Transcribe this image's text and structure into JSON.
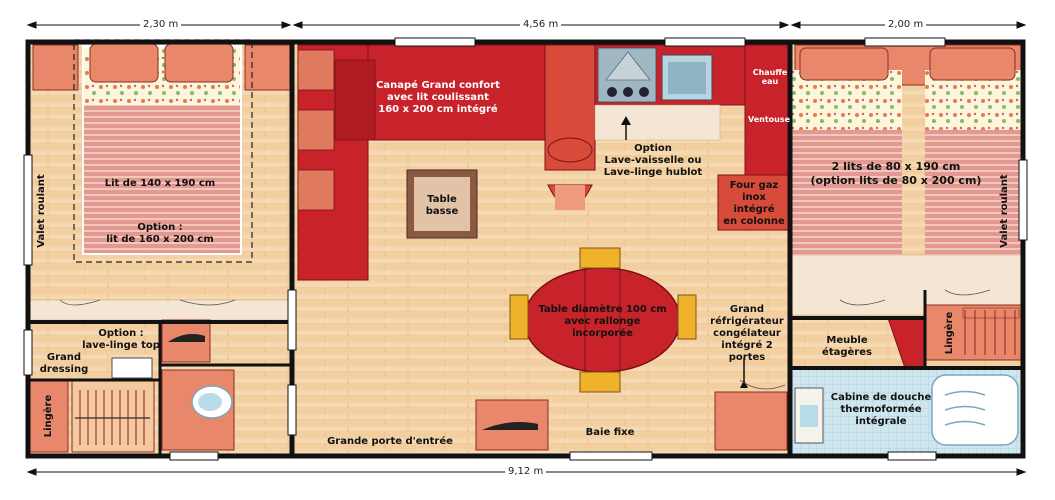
{
  "dimensions": {
    "left": "2,30 m",
    "middle": "4,56 m",
    "right": "2,00 m",
    "total": "9,12 m"
  },
  "labels": {
    "canape": "Canapé Grand confort\navec lit coulissant\n160 x 200 cm intégré",
    "table_basse": "Table\nbasse",
    "option_lave": "Option\nLave-vaisselle ou\nLave-linge hublot",
    "chauffe_eau": "Chauffe\neau",
    "ventouse": "Ventouse",
    "four": "Four gaz\ninox\nintégré\nen colonne",
    "lit_140": "Lit de 140 x 190 cm",
    "option_lit160": "Option :\nlit de 160 x 200 cm",
    "lits_80": "2 lits de 80 x 190 cm\n(option lits de 80 x 200 cm)",
    "valet_left": "Valet roulant",
    "valet_right": "Valet roulant",
    "table_diam": "Table diamètre 100 cm\navec rallonge\nincorporée",
    "refrigerateur": "Grand\nréfrigérateur\ncongélateur\nintégré 2 portes",
    "meuble": "Meuble\nétagères",
    "lingere_right": "Lingère",
    "lingere_left": "Lingère",
    "option_lave_top": "Option :\nlave-linge top",
    "grand_dressing": "Grand\ndressing",
    "cabine": "Cabine de douche\nthermoformée\nintégrale",
    "porte_entree": "Grande porte d'entrée",
    "baie_fixe": "Baie fixe"
  }
}
